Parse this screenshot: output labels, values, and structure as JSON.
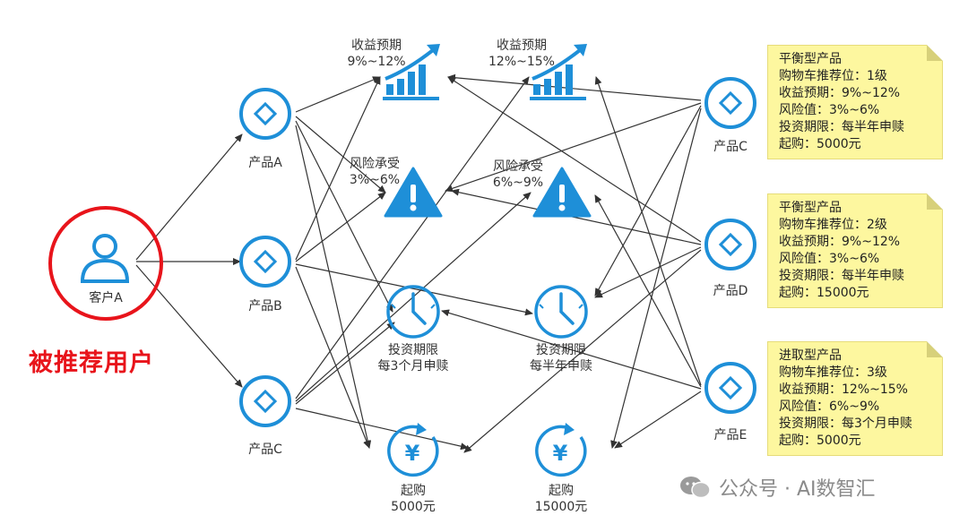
{
  "user": {
    "name": "客户A",
    "tag": "被推荐用户"
  },
  "left_products": [
    {
      "label": "产品A"
    },
    {
      "label": "产品B"
    },
    {
      "label": "产品C"
    }
  ],
  "attributes": {
    "yield1": {
      "title": "收益预期",
      "value": "9%~12%"
    },
    "yield2": {
      "title": "收益预期",
      "value": "12%~15%"
    },
    "risk1": {
      "title": "风险承受",
      "value": "3%~6%"
    },
    "risk2": {
      "title": "风险承受",
      "value": "6%~9%"
    },
    "term1": {
      "title": "投资期限",
      "value": "每3个月申赎"
    },
    "term2": {
      "title": "投资期限",
      "value": "每半年申赎"
    },
    "min1": {
      "title": "起购",
      "value": "5000元"
    },
    "min2": {
      "title": "起购",
      "value": "15000元"
    }
  },
  "right_products": [
    {
      "label": "产品C",
      "note": [
        "平衡型产品",
        "购物车推荐位：1级",
        "收益预期：9%~12%",
        "风险值：3%~6%",
        "投资期限：每半年申赎",
        "起购：5000元"
      ]
    },
    {
      "label": "产品D",
      "note": [
        "平衡型产品",
        "购物车推荐位：2级",
        "收益预期：9%~12%",
        "风险值：3%~6%",
        "投资期限：每半年申赎",
        "起购：15000元"
      ]
    },
    {
      "label": "产品E",
      "note": [
        "进取型产品",
        "购物车推荐位：3级",
        "收益预期：12%~15%",
        "风险值：6%~9%",
        "投资期限：每3个月申赎",
        "起购：5000元"
      ]
    }
  ],
  "watermark": "公众号 · AI数智汇",
  "colors": {
    "node_blue": "#1e8fd8",
    "red_ring": "#e8141b",
    "note_bg": "#fdf79f",
    "edge": "#333333"
  }
}
